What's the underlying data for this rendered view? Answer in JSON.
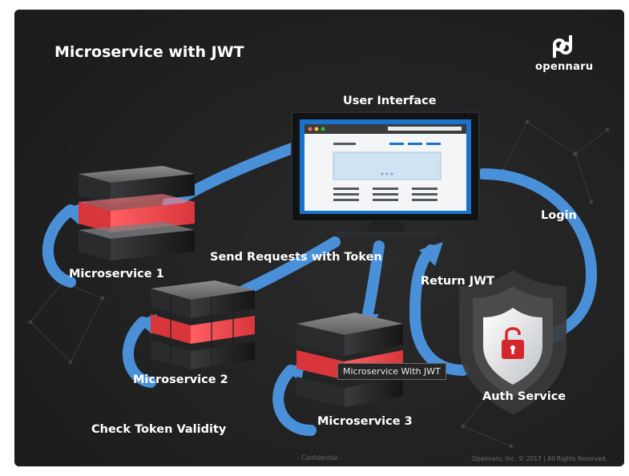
{
  "slide": {
    "title": "Microservice with JWT",
    "brand": "opennaru",
    "footer_center": "- Confidential -",
    "footer_right": "Opennaru, Inc. ©  2017 | All Rights Reserved."
  },
  "labels": {
    "user_interface": "User Interface",
    "login": "Login",
    "send_requests": "Send Requests with Token",
    "return_jwt": "Return JWT",
    "microservice_1": "Microservice 1",
    "microservice_2": "Microservice 2",
    "microservice_3": "Microservice 3",
    "auth_service": "Auth Service",
    "check_token": "Check Token Validity"
  },
  "tooltip": "Microservice With JWT",
  "colors": {
    "background": "#1f1f20",
    "arrow": "#4a90d9",
    "accent_red": "#e8454a",
    "block_gray": "#6a6b6d",
    "lock_red": "#d6262d"
  }
}
